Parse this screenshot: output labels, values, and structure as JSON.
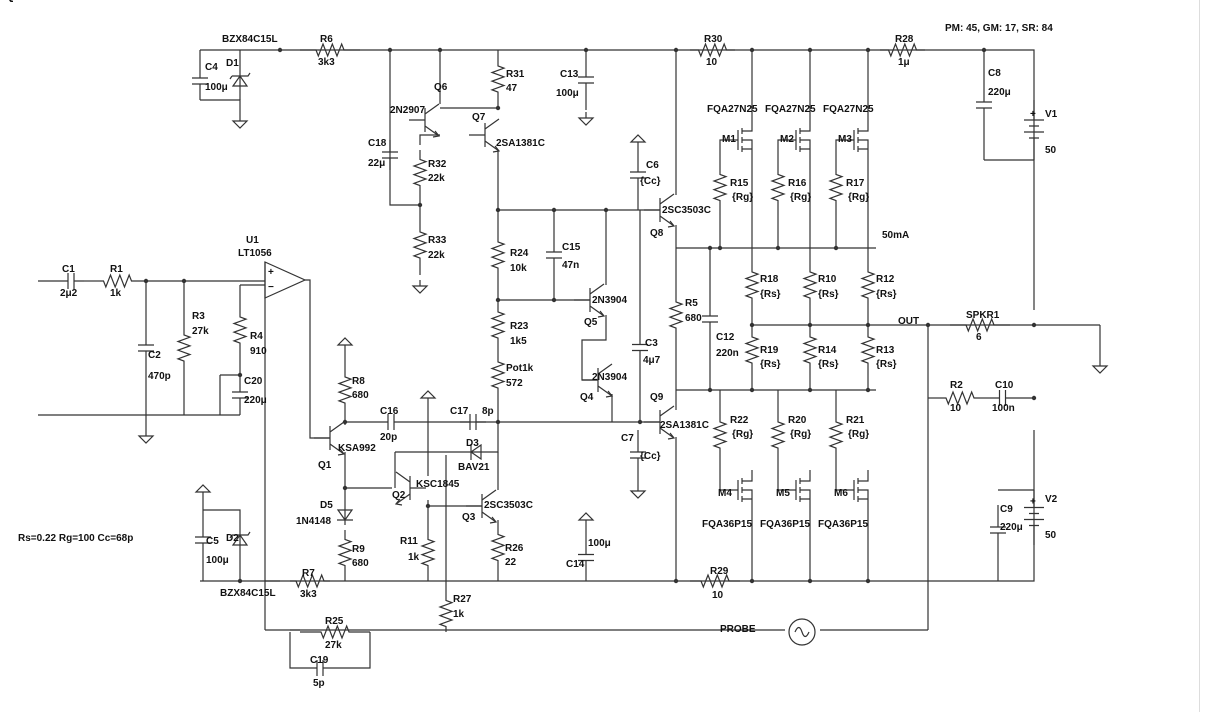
{
  "header": {
    "stats": "PM: 45, GM: 17, SR: 84"
  },
  "params": "Rs=0.22 Rg=100 Cc=68p",
  "net_labels": {
    "out": "OUT",
    "probe": "PROBE",
    "bias": "50mA"
  },
  "components": [
    {
      "ref": "C1",
      "value": "2μ2"
    },
    {
      "ref": "R1",
      "value": "1k"
    },
    {
      "ref": "R3",
      "value": "27k"
    },
    {
      "ref": "C2",
      "value": "470p"
    },
    {
      "ref": "R4",
      "value": "910"
    },
    {
      "ref": "C20",
      "value": "220μ"
    },
    {
      "ref": "U1",
      "value": "LT1056"
    },
    {
      "ref": "C4",
      "value": "100μ"
    },
    {
      "ref": "D1",
      "value": "BZX84C15L"
    },
    {
      "ref": "R6",
      "value": "3k3"
    },
    {
      "ref": "C5",
      "value": "100μ"
    },
    {
      "ref": "D2",
      "value": "BZX84C15L"
    },
    {
      "ref": "R7",
      "value": "3k3"
    },
    {
      "ref": "Q6",
      "value": "2N2907"
    },
    {
      "ref": "Q7",
      "value": "2SA1381C"
    },
    {
      "ref": "R31",
      "value": "47"
    },
    {
      "ref": "C18",
      "value": "22μ"
    },
    {
      "ref": "R32",
      "value": "22k"
    },
    {
      "ref": "R33",
      "value": "22k"
    },
    {
      "ref": "C13",
      "value": "100μ"
    },
    {
      "ref": "R24",
      "value": "10k"
    },
    {
      "ref": "C15",
      "value": "47n"
    },
    {
      "ref": "R23",
      "value": "1k5"
    },
    {
      "ref": "Pot1k",
      "value": "572"
    },
    {
      "ref": "Q5",
      "value": "2N3904"
    },
    {
      "ref": "Q4",
      "value": "2N3904"
    },
    {
      "ref": "C6",
      "value": "{Cc}"
    },
    {
      "ref": "C3",
      "value": "4μ7"
    },
    {
      "ref": "C7",
      "value": "{Cc}"
    },
    {
      "ref": "Q8",
      "value": "2SC3503C"
    },
    {
      "ref": "Q9",
      "value": "2SA1381C"
    },
    {
      "ref": "R5",
      "value": "680"
    },
    {
      "ref": "C12",
      "value": "220n"
    },
    {
      "ref": "R30",
      "value": "10"
    },
    {
      "ref": "R28",
      "value": "1μ"
    },
    {
      "ref": "C8",
      "value": "220μ"
    },
    {
      "ref": "V1",
      "value": "50"
    },
    {
      "ref": "M1",
      "value": "FQA27N25"
    },
    {
      "ref": "M2",
      "value": "FQA27N25"
    },
    {
      "ref": "M3",
      "value": "FQA27N25"
    },
    {
      "ref": "R15",
      "value": "{Rg}"
    },
    {
      "ref": "R16",
      "value": "{Rg}"
    },
    {
      "ref": "R17",
      "value": "{Rg}"
    },
    {
      "ref": "R18",
      "value": "{Rs}"
    },
    {
      "ref": "R10",
      "value": "{Rs}"
    },
    {
      "ref": "R12",
      "value": "{Rs}"
    },
    {
      "ref": "R19",
      "value": "{Rs}"
    },
    {
      "ref": "R14",
      "value": "{Rs}"
    },
    {
      "ref": "R13",
      "value": "{Rs}"
    },
    {
      "ref": "R22",
      "value": "{Rg}"
    },
    {
      "ref": "R20",
      "value": "{Rg}"
    },
    {
      "ref": "R21",
      "value": "{Rg}"
    },
    {
      "ref": "M4",
      "value": "FQA36P15"
    },
    {
      "ref": "M5",
      "value": "FQA36P15"
    },
    {
      "ref": "M6",
      "value": "FQA36P15"
    },
    {
      "ref": "SPKR1",
      "value": "6"
    },
    {
      "ref": "R2",
      "value": "10"
    },
    {
      "ref": "C10",
      "value": "100n"
    },
    {
      "ref": "C9",
      "value": "220μ"
    },
    {
      "ref": "V2",
      "value": "50"
    },
    {
      "ref": "R8",
      "value": "680"
    },
    {
      "ref": "Q1",
      "value": "KSA992"
    },
    {
      "ref": "C16",
      "value": "20p"
    },
    {
      "ref": "C17",
      "value": "8p"
    },
    {
      "ref": "D3",
      "value": "BAV21"
    },
    {
      "ref": "Q2",
      "value": "KSC1845"
    },
    {
      "ref": "Q3",
      "value": "2SC3503C"
    },
    {
      "ref": "D5",
      "value": "1N4148"
    },
    {
      "ref": "R9",
      "value": "680"
    },
    {
      "ref": "R11",
      "value": "1k"
    },
    {
      "ref": "R26",
      "value": "22"
    },
    {
      "ref": "C14",
      "value": "100μ"
    },
    {
      "ref": "R29",
      "value": "10"
    },
    {
      "ref": "R27",
      "value": "1k"
    },
    {
      "ref": "R25",
      "value": "27k"
    },
    {
      "ref": "C19",
      "value": "5p"
    }
  ]
}
